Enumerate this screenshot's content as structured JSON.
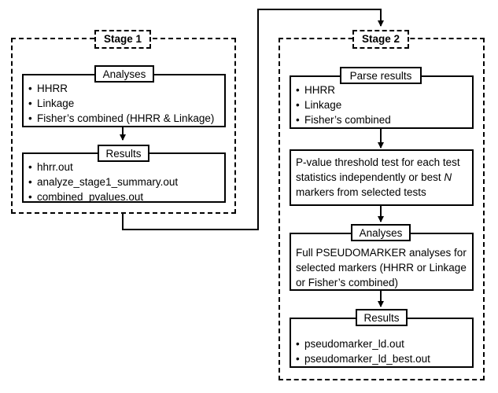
{
  "stage1": {
    "title": "Stage 1",
    "analyses": {
      "label": "Analyses",
      "items": [
        "HHRR",
        "Linkage",
        "Fisher’s combined (HHRR & Linkage)"
      ]
    },
    "results": {
      "label": "Results",
      "items": [
        "hhrr.out",
        "analyze_stage1_summary.out",
        "combined_pvalues.out"
      ]
    }
  },
  "stage2": {
    "title": "Stage 2",
    "parse": {
      "label": "Parse results",
      "items": [
        "HHRR",
        "Linkage",
        "Fisher’s combined"
      ]
    },
    "threshold": {
      "text_before_n": "P-value threshold test for each test statistics independently or best ",
      "n": "N",
      "text_after_n": " markers from selected tests"
    },
    "analyses": {
      "label": "Analyses",
      "text": "Full PSEUDOMARKER analyses for selected markers (HHRR or Linkage or Fisher’s combined)"
    },
    "results": {
      "label": "Results",
      "items": [
        "pseudomarker_ld.out",
        "pseudomarker_ld_best.out"
      ]
    }
  }
}
